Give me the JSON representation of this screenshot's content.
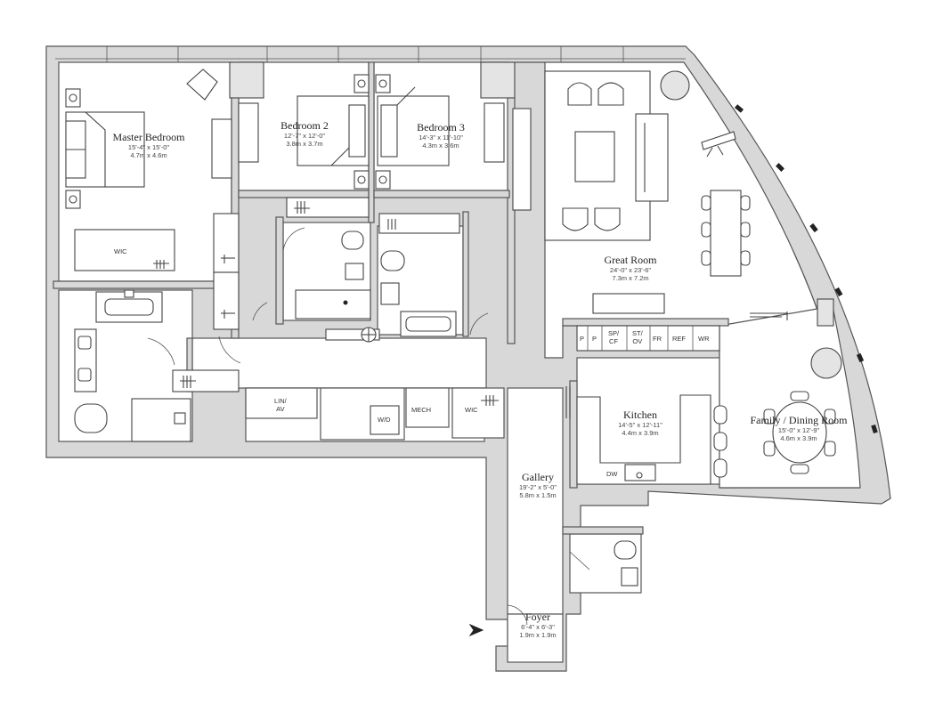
{
  "rooms": {
    "master_bedroom": {
      "name": "Master Bedroom",
      "dim_imperial": "15'-4\" x 15'-0\"",
      "dim_metric": "4.7m x 4.6m"
    },
    "bedroom2": {
      "name": "Bedroom 2",
      "dim_imperial": "12'-7\" x 12'-0\"",
      "dim_metric": "3.8m x 3.7m"
    },
    "bedroom3": {
      "name": "Bedroom 3",
      "dim_imperial": "14'-3\" x 11'-10\"",
      "dim_metric": "4.3m x 3.6m"
    },
    "great_room": {
      "name": "Great Room",
      "dim_imperial": "24'-0\" x 23'-6\"",
      "dim_metric": "7.3m x 7.2m"
    },
    "kitchen": {
      "name": "Kitchen",
      "dim_imperial": "14'-5\" x 12'-11\"",
      "dim_metric": "4.4m x 3.9m"
    },
    "family_dining": {
      "name": "Family / Dining Room",
      "dim_imperial": "15'-0\" x 12'-9\"",
      "dim_metric": "4.6m x 3.9m"
    },
    "gallery": {
      "name": "Gallery",
      "dim_imperial": "19'-2\" x 5'-0\"",
      "dim_metric": "5.8m x 1.5m"
    },
    "foyer": {
      "name": "Foyer",
      "dim_imperial": "6'-4\" x 6'-3\"",
      "dim_metric": "1.9m x 1.9m"
    }
  },
  "tags": {
    "wic_master": "WIC",
    "lin_av_1": "LIN/",
    "lin_av_2": "AV",
    "wd": "W/D",
    "mech": "MECH",
    "wic_hall": "WIC",
    "dw": "DW",
    "appliances": [
      "P",
      "P",
      "SP/",
      "ST/",
      "FR",
      "REF",
      "WR"
    ],
    "appliances_sub": [
      "",
      "",
      "CF",
      "OV",
      "",
      "",
      ""
    ]
  }
}
